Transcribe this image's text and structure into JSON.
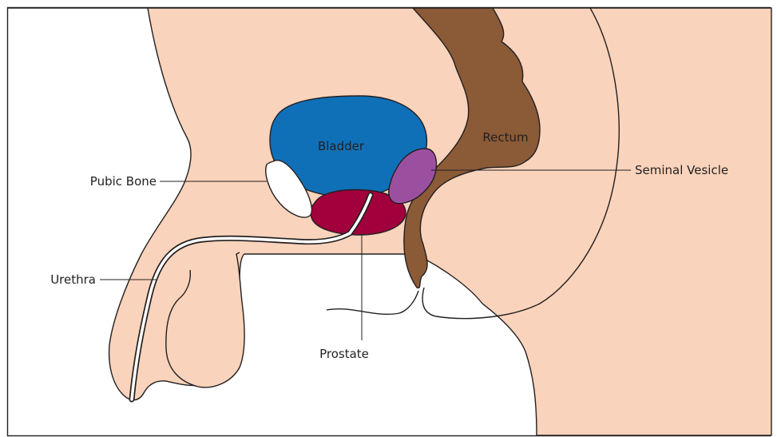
{
  "labels": {
    "bladder": "Bladder",
    "rectum": "Rectum",
    "pubic_bone": "Pubic Bone",
    "seminal_vesicle": "Seminal Vesicle",
    "urethra": "Urethra",
    "prostate": "Prostate"
  },
  "colors": {
    "skin": "#f9d3bb",
    "bladder": "#0f70b8",
    "rectum": "#8b5a37",
    "prostate": "#a1003d",
    "seminal_vesicle": "#9b509f",
    "pubic_bone": "#ffffff",
    "outline": "#231f20"
  }
}
